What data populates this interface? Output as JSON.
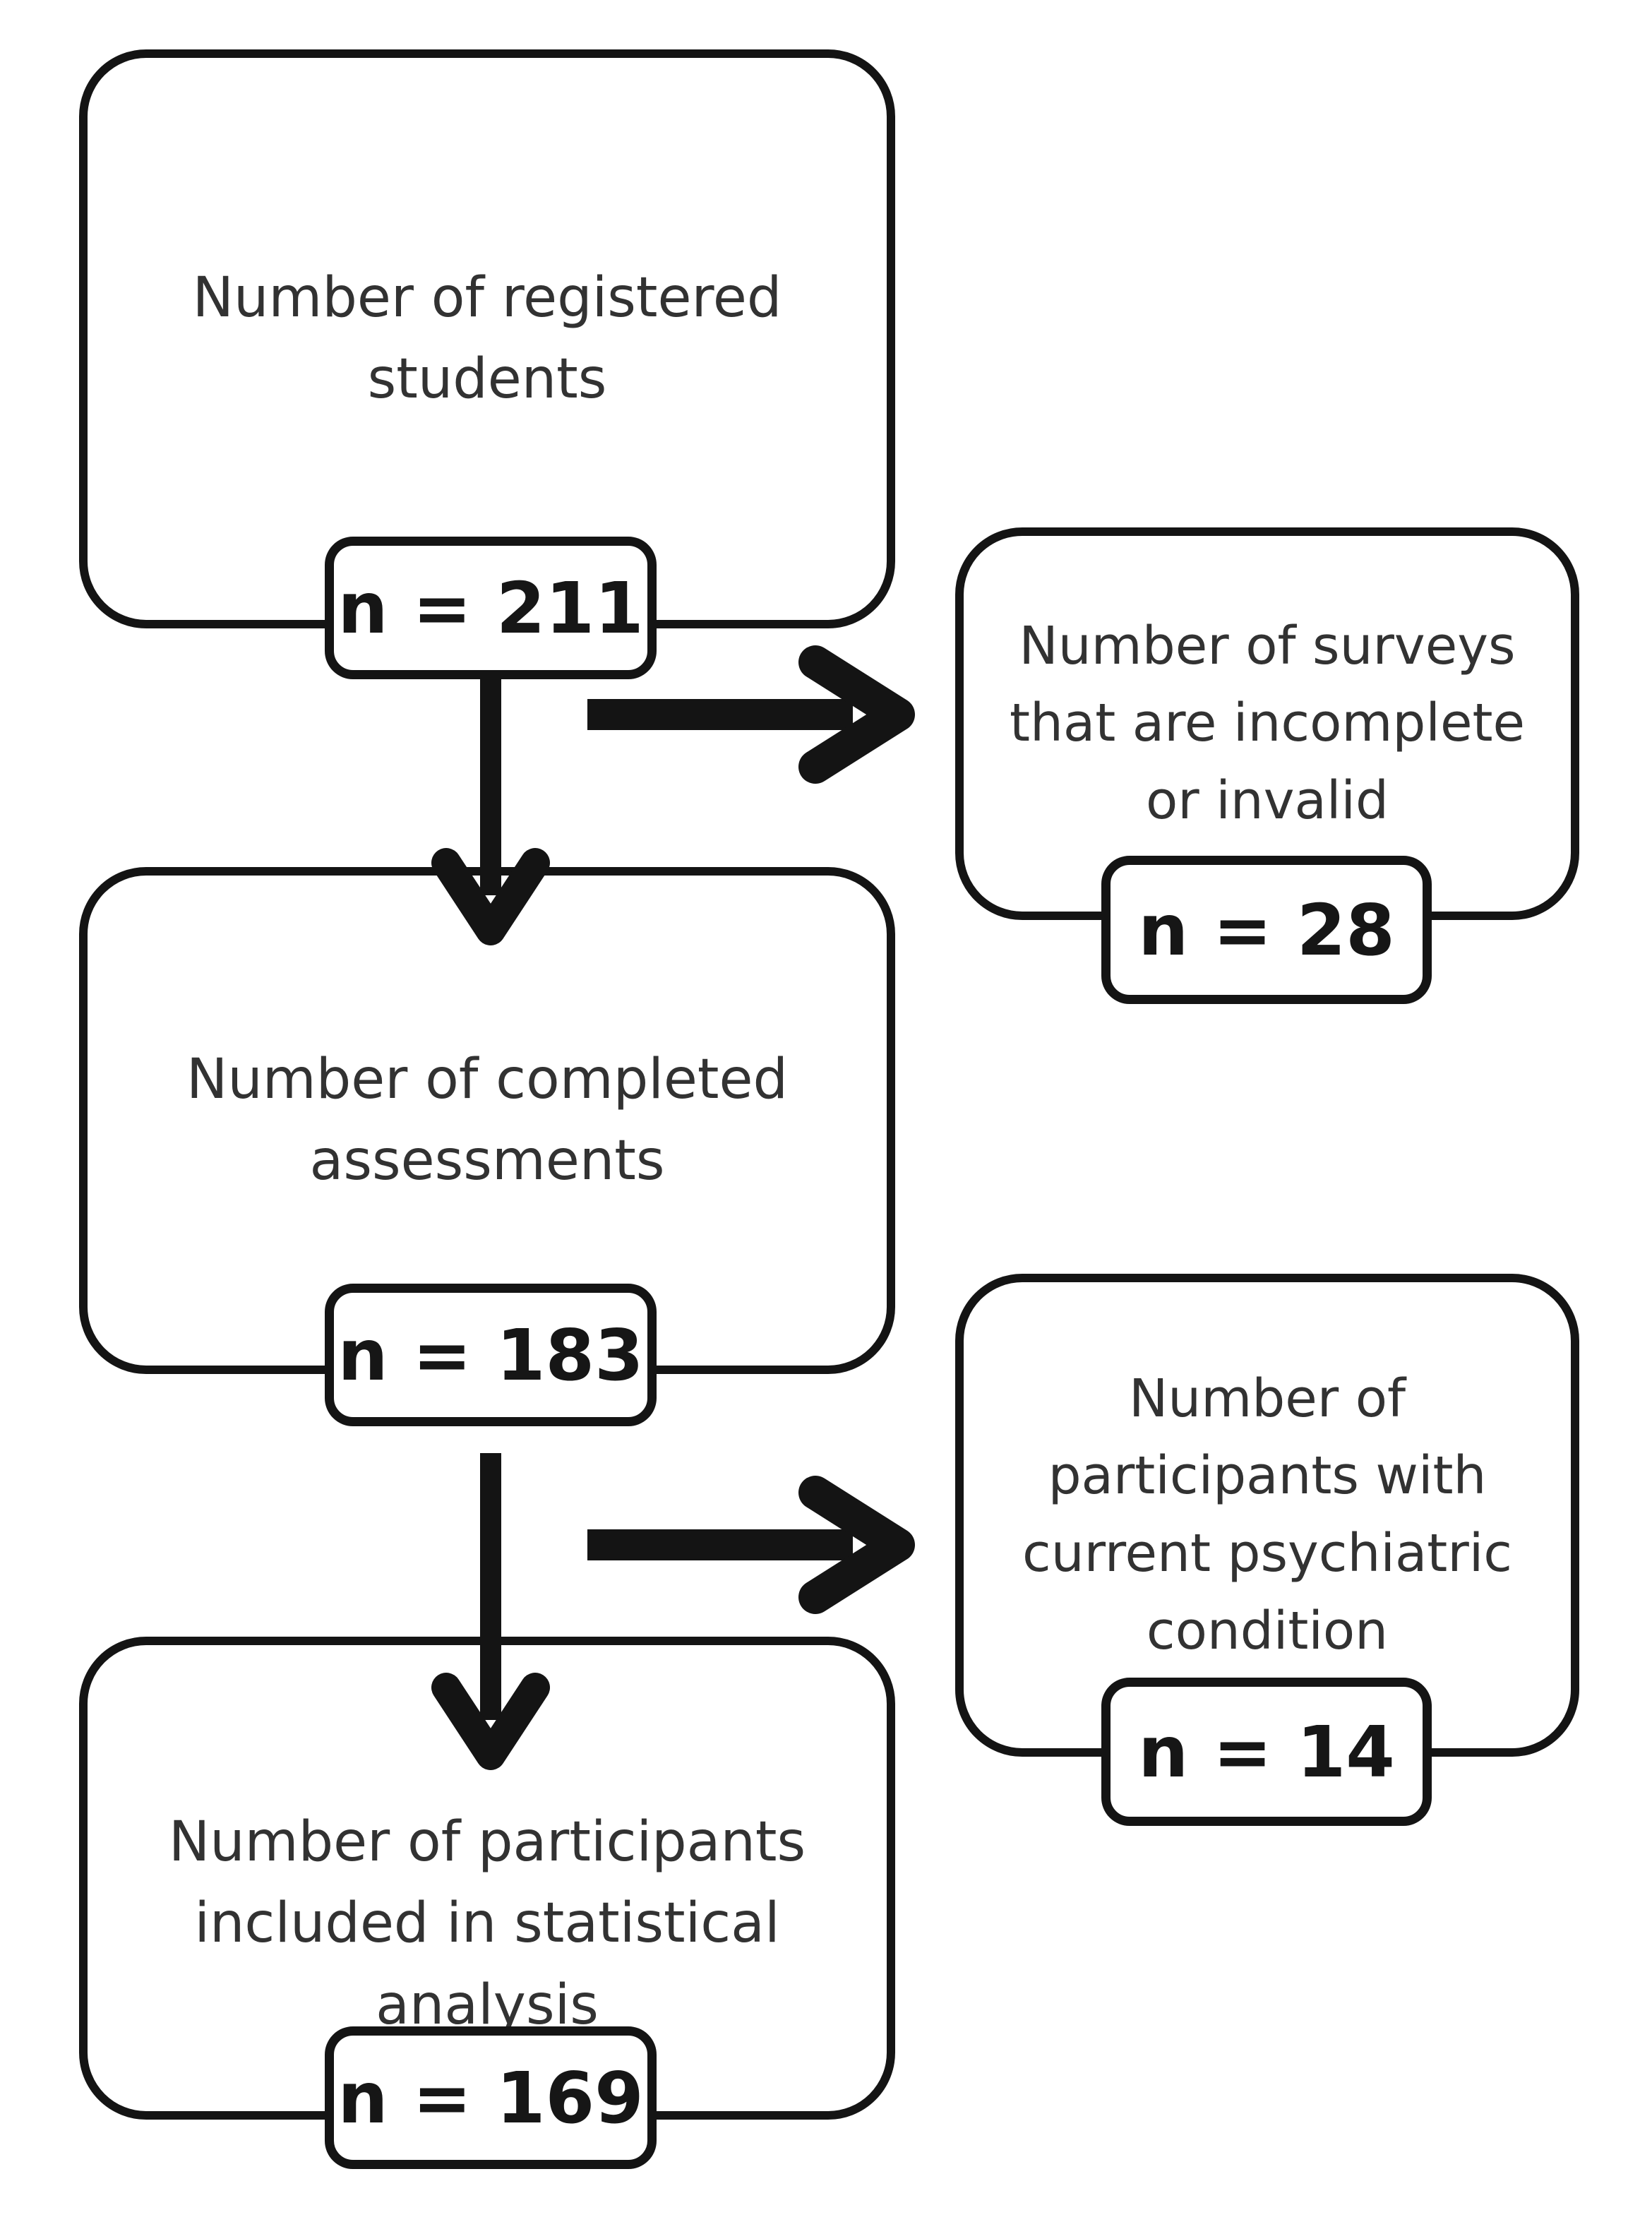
{
  "colors": {
    "line": "#141414",
    "label": "#323232",
    "ink": "#161616",
    "bg": "#ffffff"
  },
  "diagram": {
    "type": "participant-flow",
    "main_boxes": [
      {
        "id": "registered",
        "label": "Number of registered students",
        "count_label": "n = 211"
      },
      {
        "id": "completed",
        "label": "Number of completed assessments",
        "count_label": "n = 183"
      },
      {
        "id": "analysis",
        "label": "Number of participants included in statistical analysis",
        "count_label": "n = 169"
      }
    ],
    "side_boxes": [
      {
        "id": "incomplete",
        "label": "Number of surveys that are incomplete or invalid",
        "count_label": "n = 28"
      },
      {
        "id": "psychiatric",
        "label": "Number of participants with current psychiatric condition",
        "count_label": "n = 14"
      }
    ],
    "edges": [
      {
        "from": "registered",
        "to": "completed",
        "direction": "down"
      },
      {
        "from": "registered",
        "to": "incomplete",
        "direction": "right"
      },
      {
        "from": "completed",
        "to": "analysis",
        "direction": "down"
      },
      {
        "from": "completed",
        "to": "psychiatric",
        "direction": "right"
      }
    ]
  }
}
